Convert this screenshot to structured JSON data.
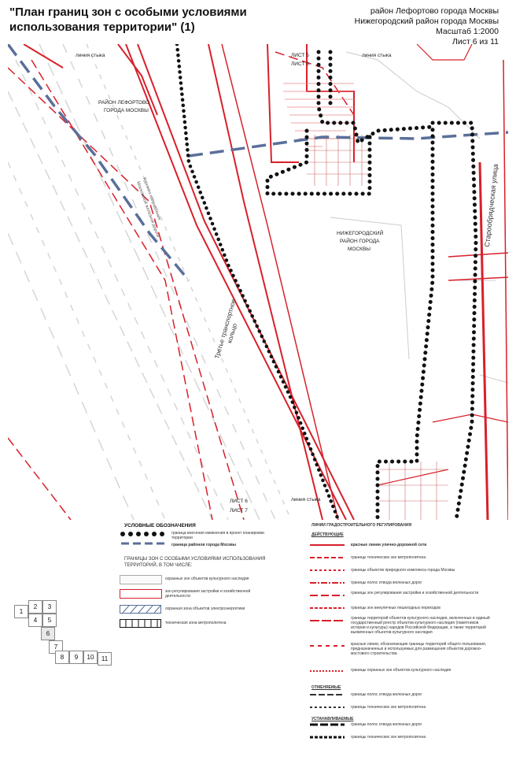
{
  "header": {
    "title": "\"План границ зон с особыми условиями\nиспользования территории\" (1)",
    "district1": "район Лефортово города Москвы",
    "district2": "Нижегородский район города Москвы",
    "scale": "Масштаб 1:2000",
    "sheet": "Лист 6 из 11"
  },
  "map": {
    "stitch_line_top": "линия стыка",
    "stitch_line_top2": "линия стыка",
    "stitch_line_bottom": "линия стыка",
    "sheet5": "ЛИСТ 5",
    "sheet6a": "ЛИСТ 6",
    "sheet6b": "ЛИСТ 6",
    "sheet7": "ЛИСТ 7",
    "district_lefortovo_1": "РАЙОН ЛЕФОРТОВО",
    "district_lefortovo_2": "ГОРОДА МОСКВЫ",
    "district_nizh_1": "НИЖЕГОРОДСКИЙ",
    "district_nizh_2": "РАЙОН ГОРОДА",
    "district_nizh_3": "МОСКВЫ",
    "road_ttk_1": "Третье транспортное",
    "road_ttk_2": "кольцо",
    "street_starobr": "Старообрядческая улица",
    "railway_1": "Курского направления",
    "railway_2": "Московской железной дороги"
  },
  "legend": {
    "title": "УСЛОВНЫЕ ОБОЗНАЧЕНИЯ",
    "dots_label": "граница внесения изменения в проект планировки территории",
    "districts_label": "граница районов города Москвы",
    "zones_heading": "ГРАНИЦЫ ЗОН С ОСОБЫМИ УСЛОВИЯМИ ИСПОЛЬЗОВАНИЯ ТЕРРИТОРИЙ, В ТОМ ЧИСЛЕ:",
    "zone1": "охранных зон объектов культурного наследия",
    "zone2": "зон регулирования застройки и хозяйственной деятельности",
    "zone3": "охранная зона объектов электроэнергетики",
    "zone4": "техническая зона метрополитена",
    "right_title": "ЛИНИИ ГРАДОСТРОИТЕЛЬНОГО РЕГУЛИРОВАНИЯ",
    "right_sub1": "ДЕЙСТВУЮЩИЕ",
    "r1": "красные линии улично-дорожной сети",
    "r2": "границы технических зон метрополитена",
    "r3": "границы объектов природного комплекса города Москвы",
    "r4": "границы полос отвода железных дорог",
    "r5": "границы зон регулирования застройки и хозяйственной деятельности",
    "r6": "границы зон внеуличных пешеходных переходов",
    "r7": "границы территорий объектов культурного наследия, включенных в единый государственный реестр объектов культурного наследия (памятников истории и культуры) народов Российской Федерации, а также территорий выявленных объектов культурного наследия",
    "r8": "красные линии, обозначающие границы территорий общего пользования, предназначенных и используемых для размещения объектов дорожно-мостового строительства",
    "r9": "границы охранных зон объектов культурного наследия",
    "right_sub2": "ОТМЕНЯЕМЫЕ",
    "r10": "границы полос отвода железных дорог",
    "r11": "границы технических зон метрополитена",
    "right_sub3": "УСТАНАВЛИВАЕМЫЕ",
    "r12": "границы полос отвода железных дорог",
    "r13": "границы технических зон метрополитена"
  },
  "sheets": [
    "1",
    "2",
    "3",
    "4",
    "5",
    "6",
    "7",
    "8",
    "9",
    "10",
    "11"
  ],
  "colors": {
    "red": "#d8202a",
    "blue": "#5a6f9a",
    "black": "#111111"
  }
}
